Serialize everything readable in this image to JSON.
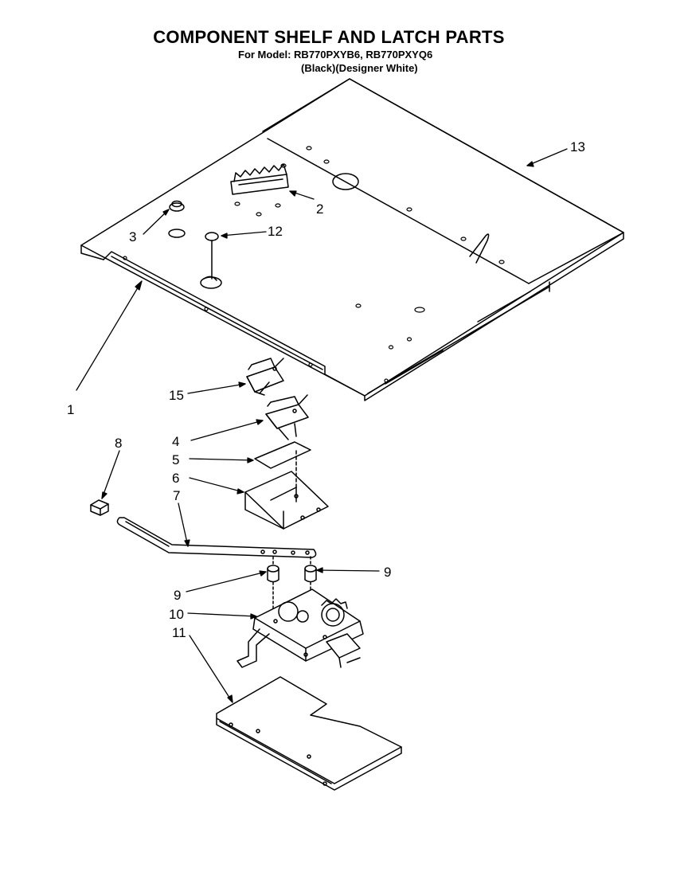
{
  "header": {
    "title": "COMPONENT SHELF AND LATCH PARTS",
    "model_line": "For Model: RB770PXYB6, RB770PXYQ6",
    "variant_line": "(Black)(Designer White)"
  },
  "callouts": {
    "p1": "1",
    "p2": "2",
    "p3": "3",
    "p4": "4",
    "p5": "5",
    "p6": "6",
    "p7": "7",
    "p8": "8",
    "p9a": "9",
    "p9b": "9",
    "p10": "10",
    "p11": "11",
    "p12": "12",
    "p13": "13",
    "p15": "15"
  },
  "colors": {
    "ink": "#000000",
    "paper": "#ffffff"
  }
}
